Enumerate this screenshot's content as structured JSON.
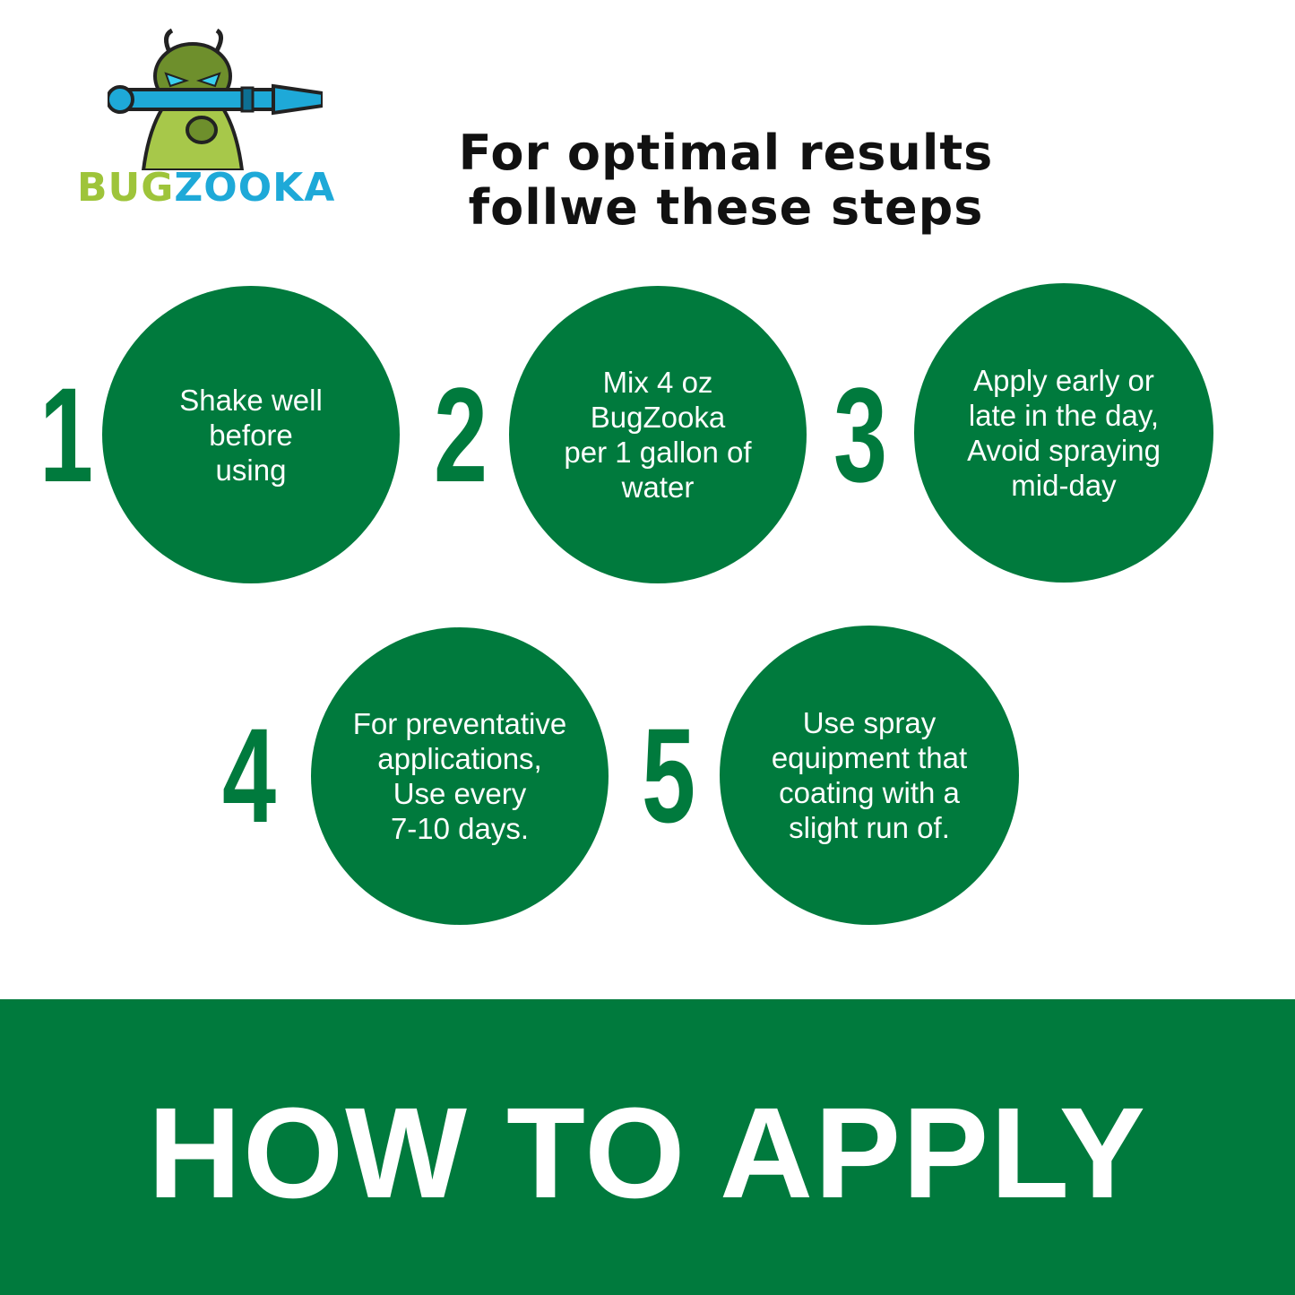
{
  "brand": {
    "logo_bug": "BUG",
    "logo_zooka": "ZOOKA",
    "colors": {
      "green_dark": "#007a3d",
      "logo_green": "#9ec43a",
      "logo_blue": "#1ea9d8"
    }
  },
  "headline": {
    "line1": "For optimal results",
    "line2": "follwe these steps"
  },
  "steps": [
    {
      "number": "1",
      "text": "Shake well\nbefore\nusing"
    },
    {
      "number": "2",
      "text": "Mix 4 oz\nBugZooka\nper 1 gallon of\nwater"
    },
    {
      "number": "3",
      "text": "Apply early or\nlate in the day,\nAvoid spraying\nmid-day"
    },
    {
      "number": "4",
      "text": "For preventative\napplications,\nUse every\n7-10 days."
    },
    {
      "number": "5",
      "text": "Use spray\nequipment that\ncoating with a\nslight run of."
    }
  ],
  "footer": {
    "title": "HOW TO APPLY"
  }
}
